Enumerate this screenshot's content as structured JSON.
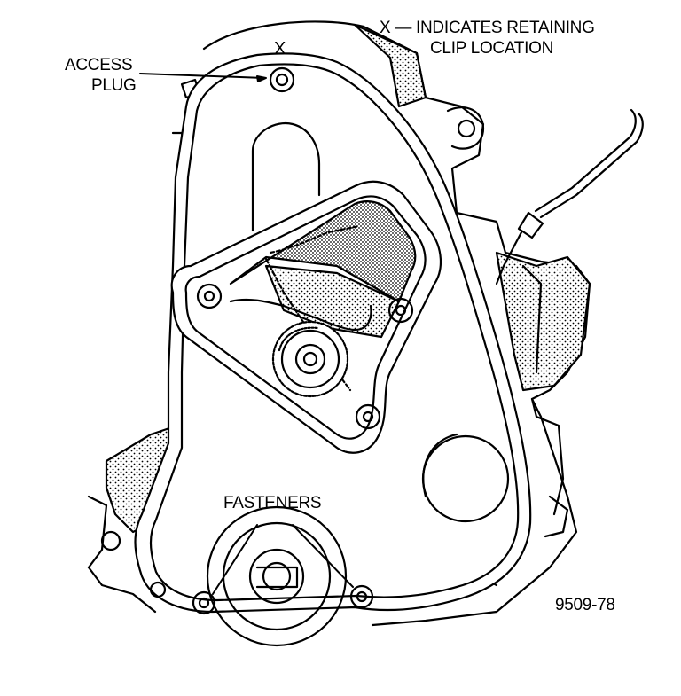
{
  "labels": {
    "access_plug_line1": "ACCESS",
    "access_plug_line2": "PLUG",
    "x_marker": "X",
    "legend_line1": "X — INDICATES RETAINING",
    "legend_line2": "CLIP LOCATION",
    "fasteners": "FASTENERS",
    "figure_number": "9509-78"
  }
}
